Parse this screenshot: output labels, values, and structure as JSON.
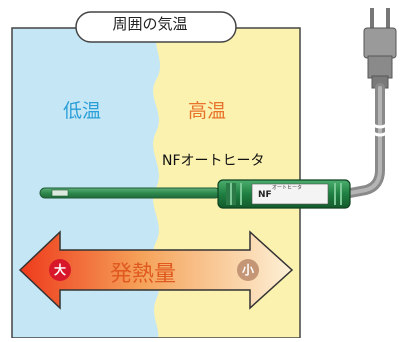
{
  "title": "周囲の気温",
  "cold_label": "低温",
  "hot_label": "高温",
  "device_label": "NFオートヒータ",
  "heater_body_print": "オートヒータ",
  "heat_label": "発熱量",
  "high_badge": "大",
  "low_badge": "小",
  "colors": {
    "cold_zone": "#c5e6f5",
    "hot_zone": "#fbf2b0",
    "cold_text": "#2b9fd8",
    "hot_text": "#e8732a",
    "heat_text": "#e05a20",
    "high_badge": "#d8172a",
    "low_badge": "#c49676",
    "heater_green": "#2e8a4e"
  }
}
